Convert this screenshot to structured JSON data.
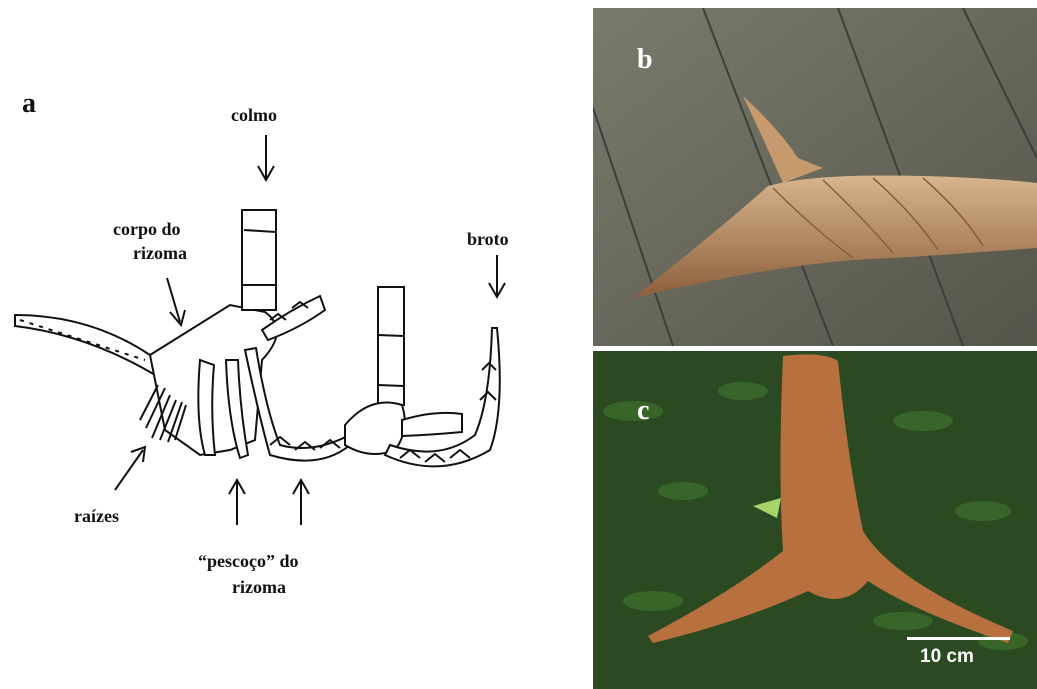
{
  "panel_a": {
    "letter": "a",
    "labels": {
      "colmo": "colmo",
      "corpo_line1": "corpo do",
      "corpo_line2": "rizoma",
      "broto": "broto",
      "raizes": "raízes",
      "pescoco_line1": "“pescoço” do",
      "pescoco_line2": "rizoma"
    }
  },
  "panel_b": {
    "letter": "b"
  },
  "panel_c": {
    "letter": "c",
    "scale_label": "10 cm"
  },
  "colors": {
    "wood": "#6b6a5c",
    "sheath": "#b88a5e",
    "grass": "#2c4a22",
    "rhizome": "#b8703f"
  }
}
